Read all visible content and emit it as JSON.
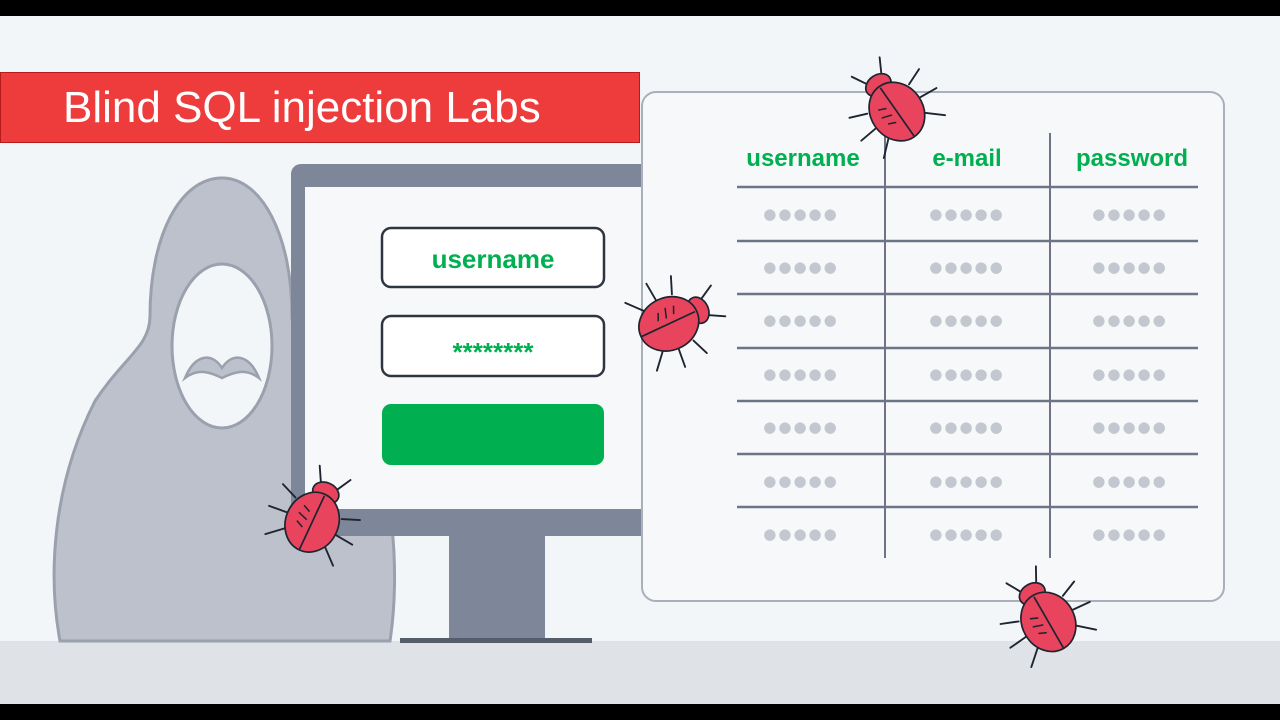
{
  "banner": {
    "title": "Blind SQL injection Labs"
  },
  "login_form": {
    "username_field": "username",
    "password_field": "********"
  },
  "table": {
    "headers": [
      "username",
      "e-mail",
      "password"
    ],
    "masked_cell": "●●●●●"
  },
  "colors": {
    "accent_green": "#00b050",
    "bug_red": "#e8445e",
    "banner_red": "#ee3b3b"
  }
}
